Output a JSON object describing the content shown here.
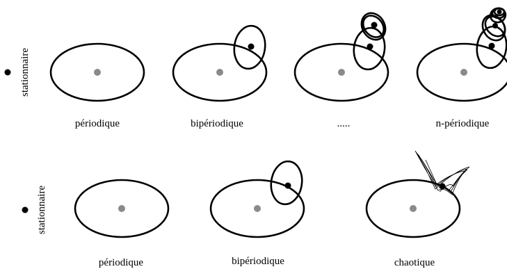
{
  "rows": [
    {
      "side_label": "stationnaire",
      "items": [
        {
          "label": "périodique"
        },
        {
          "label": "bipériodique"
        },
        {
          "label": "....."
        },
        {
          "label": "n-périodique"
        }
      ]
    },
    {
      "side_label": "stationnaire",
      "items": [
        {
          "label": "périodique"
        },
        {
          "label": "bipériodique"
        },
        {
          "label": "chaotique"
        }
      ]
    }
  ]
}
